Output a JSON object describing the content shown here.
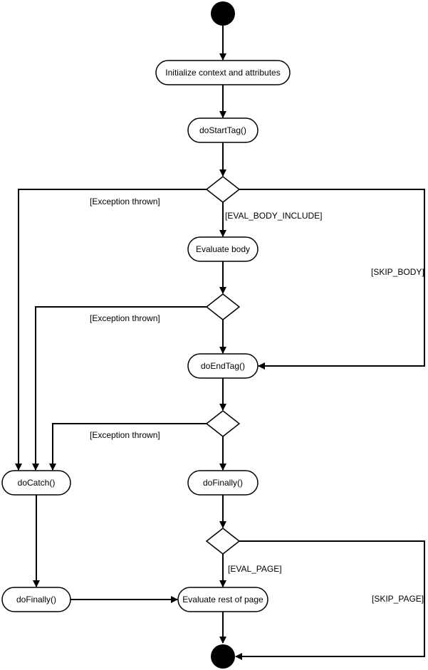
{
  "diagram": {
    "nodes": {
      "init": "Initialize context and attributes",
      "do_start_tag": "doStartTag()",
      "evaluate_body": "Evaluate body",
      "do_end_tag": "doEndTag()",
      "do_catch": "doCatch()",
      "do_finally_right": "doFinally()",
      "do_finally_left": "doFinally()",
      "evaluate_rest": "Evaluate rest of page"
    },
    "guards": {
      "exception_1": "[Exception thrown]",
      "eval_body_include": "[EVAL_BODY_INCLUDE]",
      "skip_body": "[SKIP_BODY]",
      "exception_2": "[Exception thrown]",
      "exception_3": "[Exception thrown]",
      "eval_page": "[EVAL_PAGE]",
      "skip_page": "[SKIP_PAGE]"
    }
  }
}
